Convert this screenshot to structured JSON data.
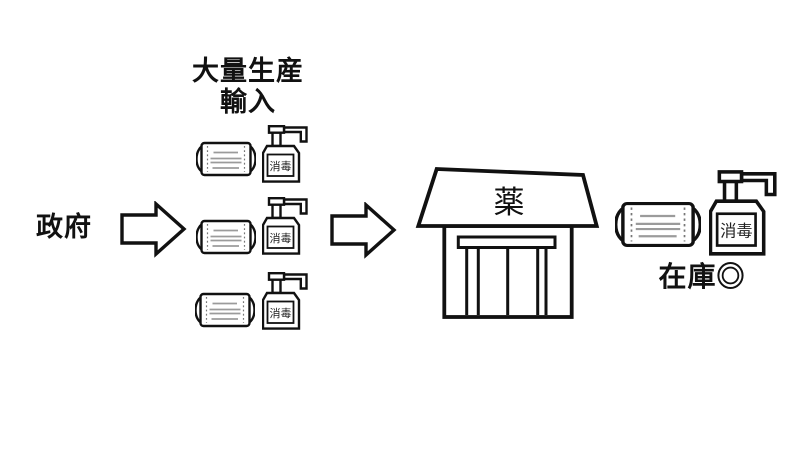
{
  "page": {
    "type": "flow-diagram-slide",
    "background": "#ffffff"
  },
  "colors": {
    "outline": "#111111",
    "pleat_line": "#9b9b9b",
    "dashed_line": "#777777",
    "text": "#111111"
  },
  "flow": {
    "source": {
      "label": "政府"
    },
    "process": {
      "line1": "大量生産",
      "line2": "輸入"
    },
    "store": {
      "sign": "薬"
    },
    "stock": {
      "label": "在庫◎"
    },
    "sanitizer": {
      "label": "消毒"
    }
  },
  "icons": {
    "arrow": "block-arrow-right-icon",
    "mask": "face-mask-icon",
    "sanitizer": "sanitizer-pump-bottle-icon",
    "store": "pharmacy-building-icon"
  }
}
